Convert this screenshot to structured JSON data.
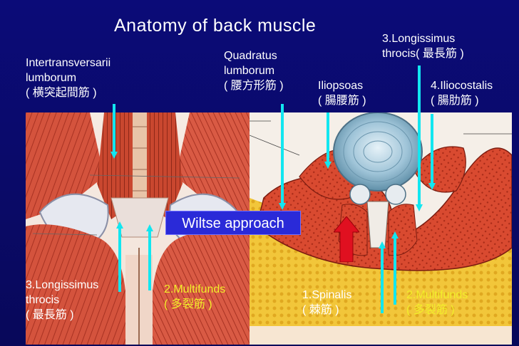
{
  "slide": {
    "title": "Anatomy of  back muscle",
    "approach_label": "Wiltse approach",
    "labels": {
      "intertransversarii": [
        "Intertransversarii",
        "lumborum",
        "( 横突起間筋 )"
      ],
      "quadratus": [
        "Quadratus",
        "lumborum",
        "( 腰方形筋 )"
      ],
      "longissimus_top": [
        "3.Longissimus",
        "throcis( 最長筋 )"
      ],
      "iliopsoas": [
        "Iliopsoas",
        "( 腸腰筋 )"
      ],
      "iliocostalis": [
        "4.Iliocostalis",
        "( 腸肋筋 )"
      ],
      "longissimus_bottom": [
        "3.Longissimus",
        "throcis",
        "( 最長筋 )"
      ],
      "multifunds_left": [
        "2.Multifunds",
        "( 多裂筋 )"
      ],
      "spinalis": [
        "1.Spinalis",
        "( 棘筋 )"
      ],
      "multifunds_right": [
        "2.Multifunds",
        "( 多裂筋 )"
      ]
    },
    "colors": {
      "background": "#0a0a6e",
      "label_white": "#ffffff",
      "label_yellow": "#f2ee2a",
      "arrow_cyan": "#12e6f0",
      "approach_arrow_red": "#e01020",
      "approach_box": "#2a2ad8",
      "muscle_red": "#d8402a"
    }
  }
}
